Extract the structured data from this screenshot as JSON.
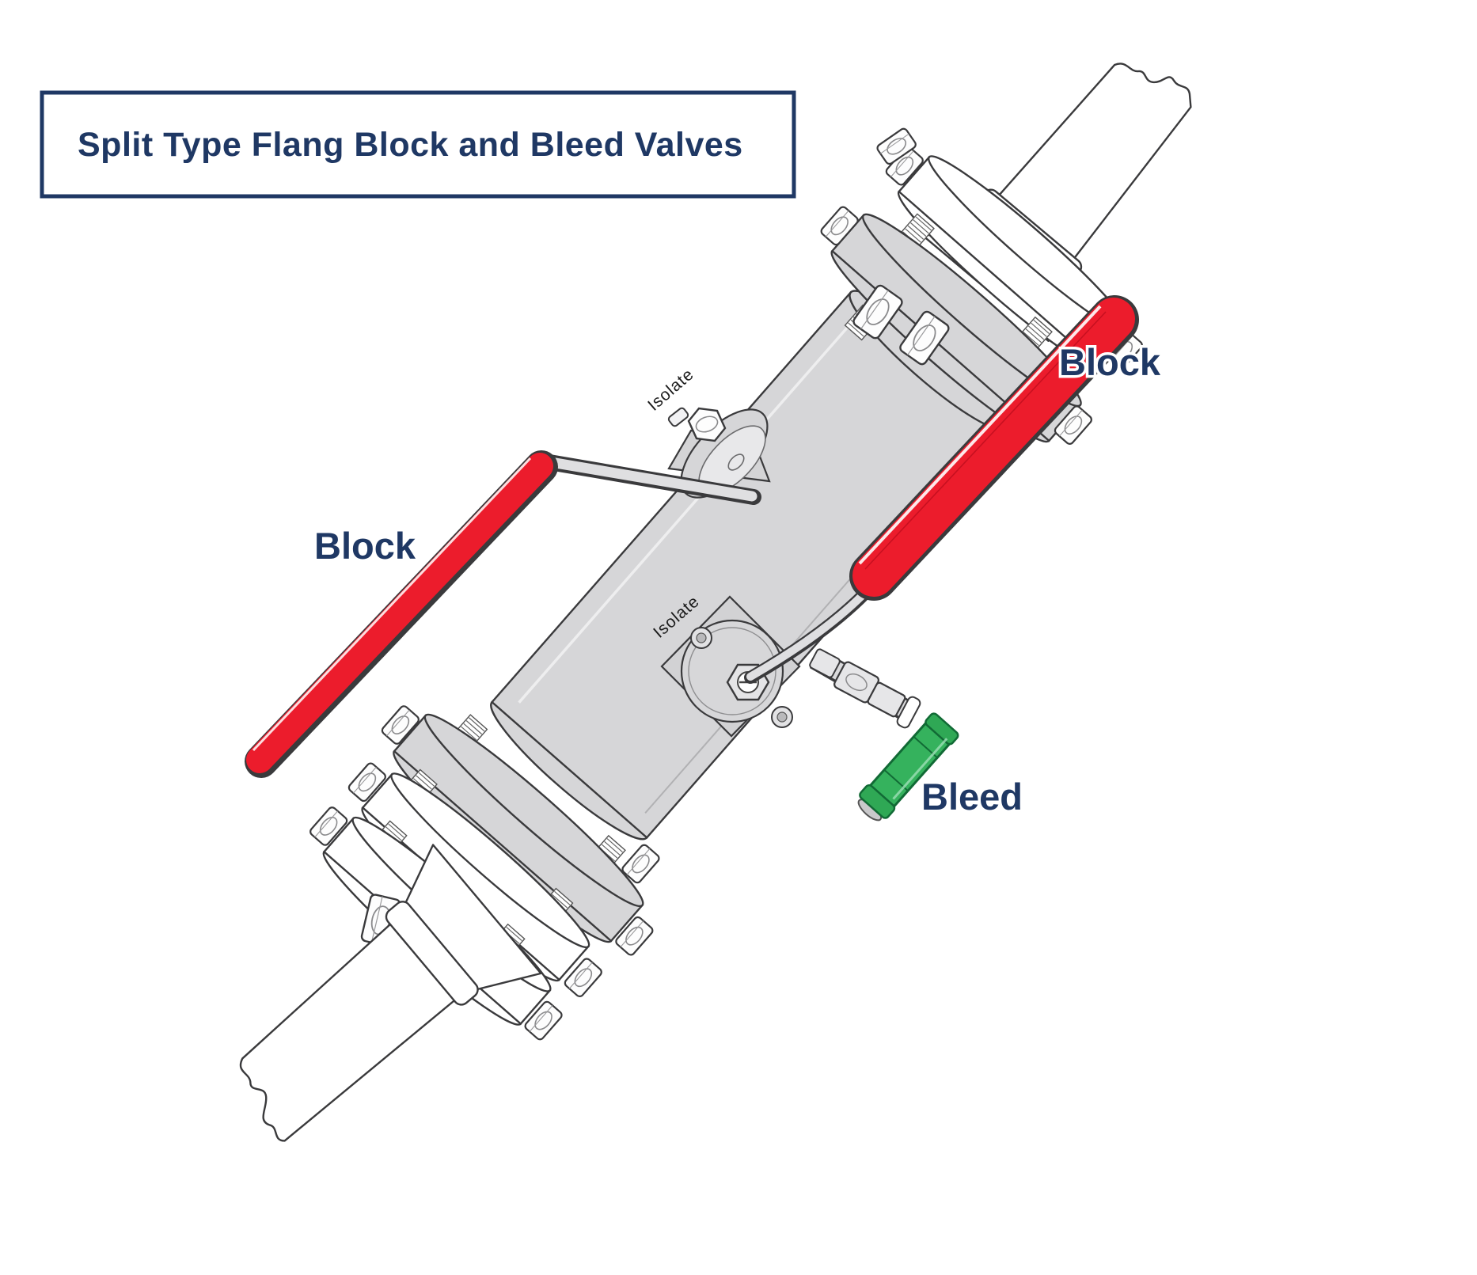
{
  "title_box": {
    "title": "Split Type Flang Block and Bleed Valves"
  },
  "labels": {
    "block_left": "Block",
    "block_right": "Block",
    "bleed": "Bleed",
    "isolate_upper": "Isolate",
    "isolate_lower": "Isolate"
  },
  "colors": {
    "label_navy": "#1F3864",
    "title_border_navy": "#1F3864",
    "block_handle_red": "#EC1C2C",
    "bleed_handle_green": "#35B25D",
    "bleed_handle_green_dark": "#116A35",
    "body_gray": "#D6D6D8",
    "line_dark": "#3A3A3C",
    "background": "#FFFFFF"
  },
  "diagram": {
    "type": "isometric-technical-line-drawing",
    "parts": [
      {
        "name": "upper-pipe",
        "appearance": "white outline pipe with jagged broken end, upper right"
      },
      {
        "name": "upper-flange-stack",
        "appearance": "gray and white flange discs with stud bolts and hex nuts"
      },
      {
        "name": "valve-body",
        "appearance": "light gray cylindrical double-valve body on diagonal axis"
      },
      {
        "name": "isolate-valve-upper",
        "label": "Isolate",
        "appearance": "ball valve trunnion with hex nut"
      },
      {
        "name": "isolate-valve-lower",
        "label": "Isolate",
        "appearance": "round bonnet plate with hex nut and screws"
      },
      {
        "name": "block-handle-left",
        "label": "Block",
        "color": "#EC1C2C",
        "appearance": "long red lever angled down-left"
      },
      {
        "name": "block-handle-right",
        "label": "Block",
        "color": "#EC1C2C",
        "appearance": "wide red lever angled up-right"
      },
      {
        "name": "bleed-valve",
        "label": "Bleed",
        "color": "#35B25D",
        "appearance": "small green cylindrical bleed handle below body"
      },
      {
        "name": "lower-flange-stack",
        "appearance": "white and gray flange discs with stud bolts and hex nuts"
      },
      {
        "name": "lower-pipe",
        "appearance": "white outline pipe with jagged broken end, lower left"
      }
    ]
  }
}
